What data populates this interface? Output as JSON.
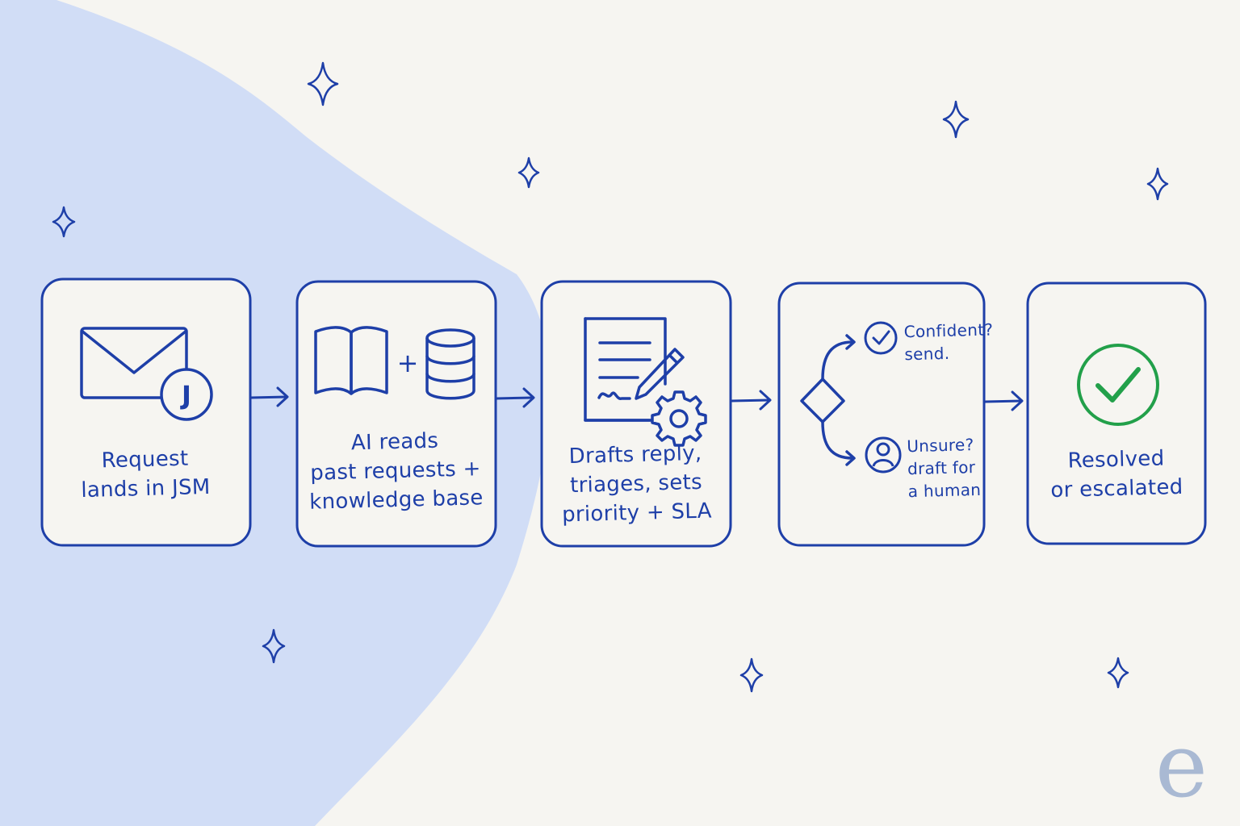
{
  "steps": [
    {
      "lines": [
        "Request",
        "lands in JSM"
      ],
      "badge": "J"
    },
    {
      "lines": [
        "AI reads",
        "past requests +",
        "knowledge base"
      ],
      "plus": "+"
    },
    {
      "lines": [
        "Drafts reply,",
        "triages, sets",
        "priority + SLA"
      ]
    },
    {
      "branches": [
        {
          "lines": [
            "Confident?",
            "send."
          ]
        },
        {
          "lines": [
            "Unsure?",
            "draft for",
            "a human"
          ]
        }
      ]
    },
    {
      "lines": [
        "Resolved",
        "or escalated"
      ]
    }
  ],
  "logo": "e",
  "colors": {
    "ink": "#1e3fa8",
    "blob": "#d1ddf6",
    "background": "#f6f5f1",
    "check": "#22a04a",
    "logo": "#a9b9d3"
  }
}
